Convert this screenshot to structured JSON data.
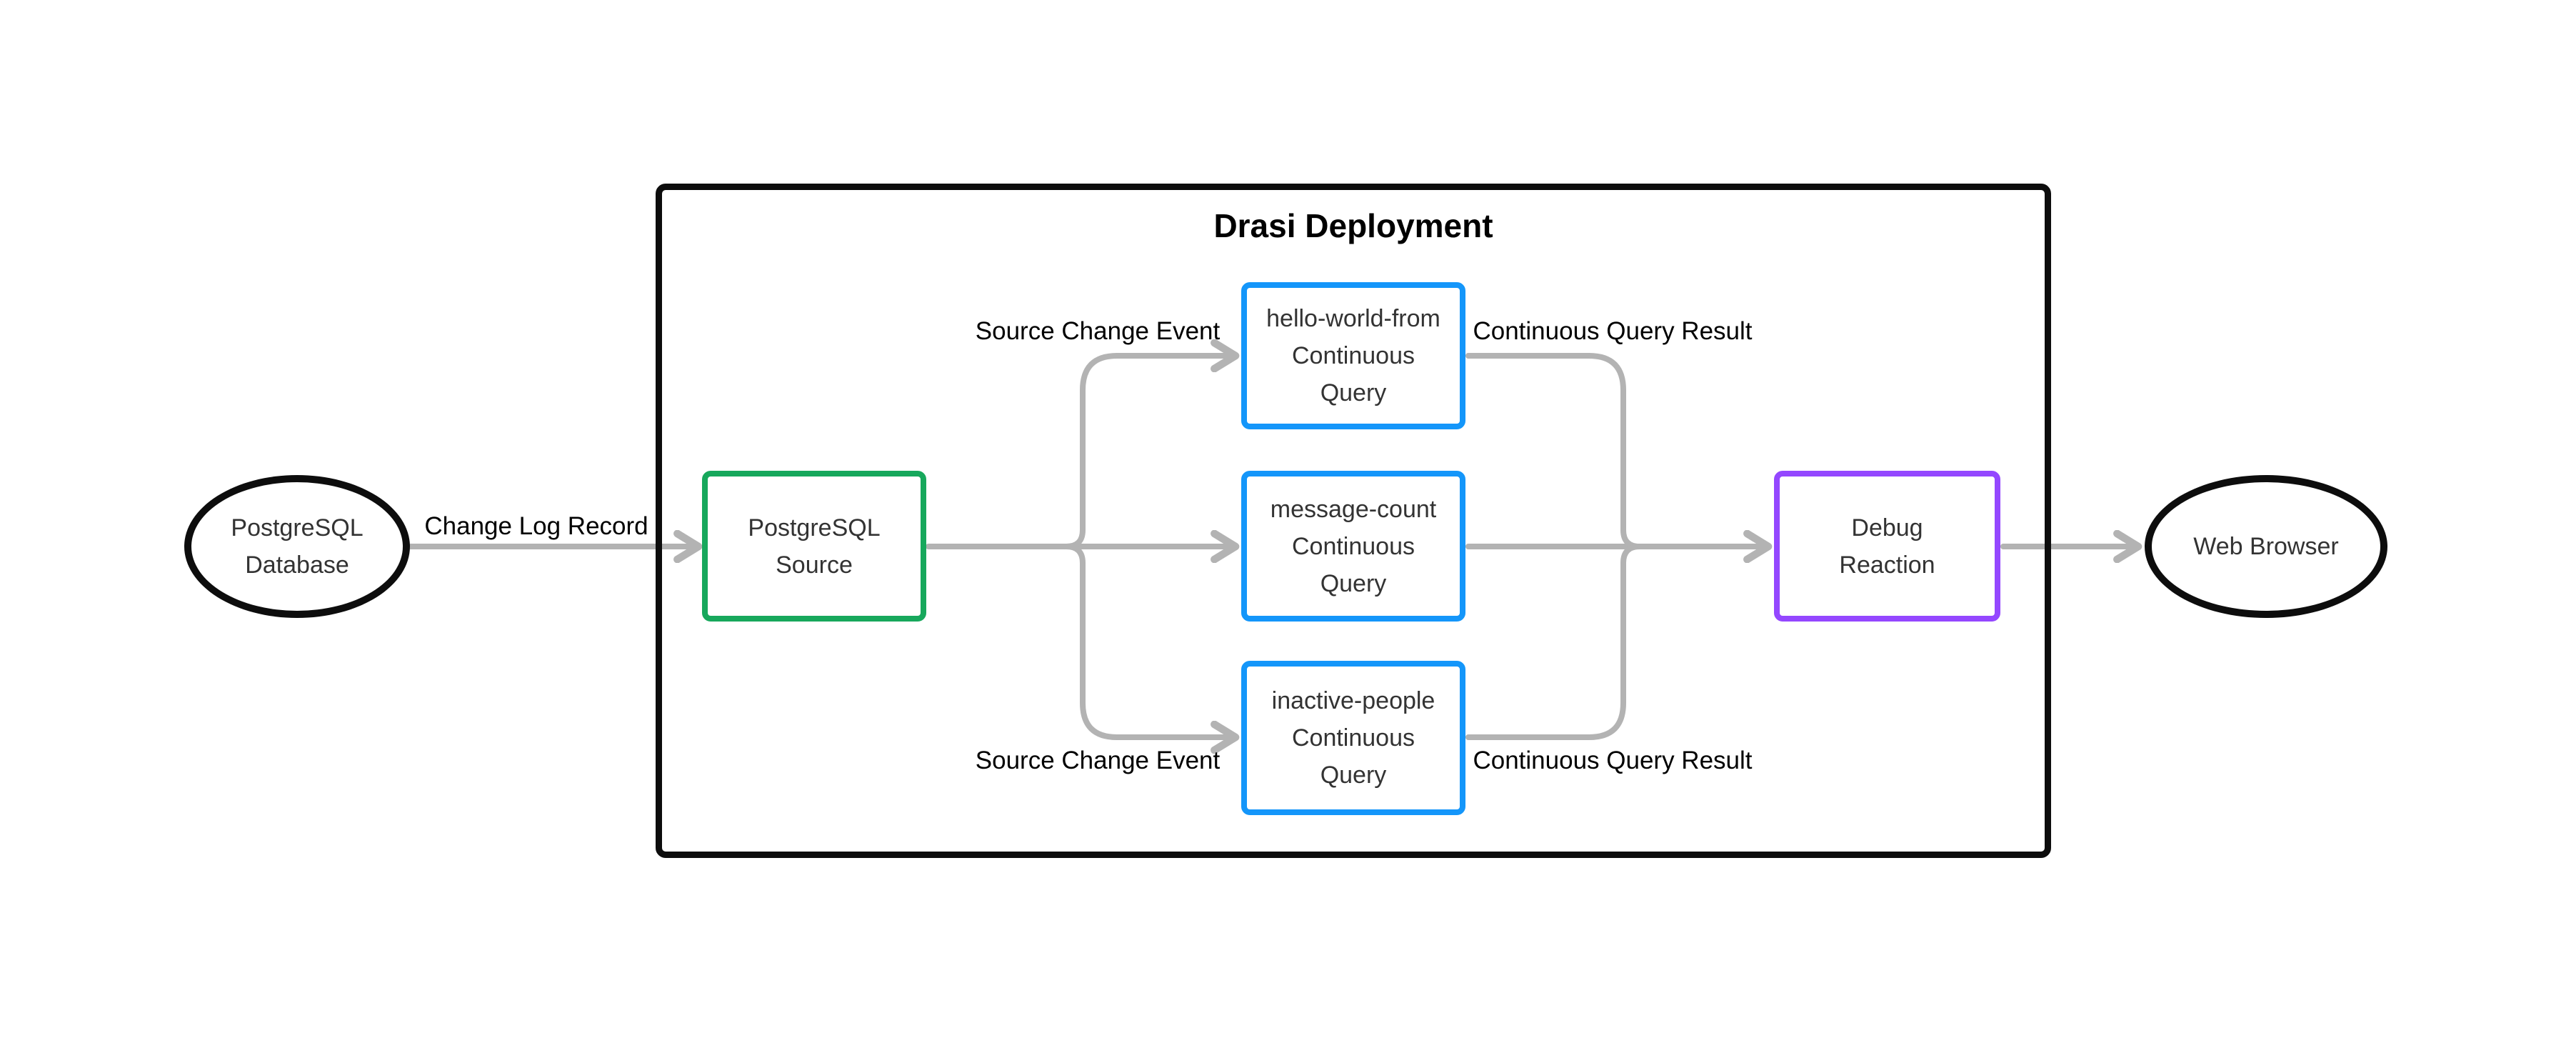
{
  "diagram": {
    "title": "Drasi Deployment",
    "nodes": {
      "postgresql_database": {
        "label": "PostgreSQL\nDatabase",
        "shape": "ellipse"
      },
      "postgresql_source": {
        "label": "PostgreSQL\nSource",
        "shape": "rect"
      },
      "hello_world_query": {
        "label": "hello-world-from\nContinuous\nQuery",
        "shape": "rect"
      },
      "message_count_query": {
        "label": "message-count\nContinuous\nQuery",
        "shape": "rect"
      },
      "inactive_people_query": {
        "label": "inactive-people\nContinuous\nQuery",
        "shape": "rect"
      },
      "debug_reaction": {
        "label": "Debug\nReaction",
        "shape": "rect"
      },
      "web_browser": {
        "label": "Web Browser",
        "shape": "ellipse"
      }
    },
    "edge_labels": {
      "change_log_record": "Change Log Record",
      "source_change_event_top": "Source Change Event",
      "source_change_event_bottom": "Source Change Event",
      "continuous_query_result_top": "Continuous Query Result",
      "continuous_query_result_bottom": "Continuous Query Result"
    },
    "colors": {
      "container_border": "#0d0d0d",
      "source_node_border": "#17a85c",
      "query_node_border": "#1496fa",
      "reaction_node_border": "#9447ff",
      "ellipse_border": "#0d0d0d",
      "edge_line": "#b3b3b3",
      "node_text": "#333333",
      "edge_label_text": "#000000",
      "background": "#ffffff"
    }
  }
}
